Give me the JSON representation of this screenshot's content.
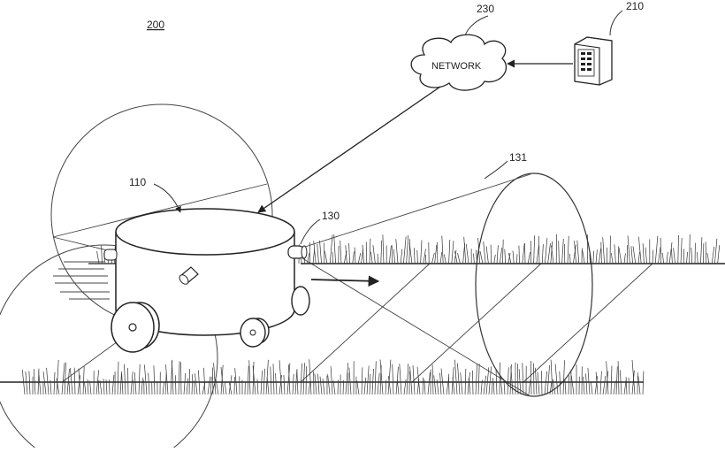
{
  "figure": {
    "number": "200",
    "labels": {
      "network": "230",
      "server": "210",
      "robot": "110",
      "sensor": "130",
      "field_of_view": "131"
    },
    "network_text": "NETWORK"
  },
  "icons": [
    "server-icon",
    "cloud-icon",
    "robot-mower-icon",
    "grass-texture",
    "motion-arrow-icon"
  ],
  "colors": {
    "line": "#222222",
    "light_line": "#555555",
    "background": "#ffffff"
  }
}
